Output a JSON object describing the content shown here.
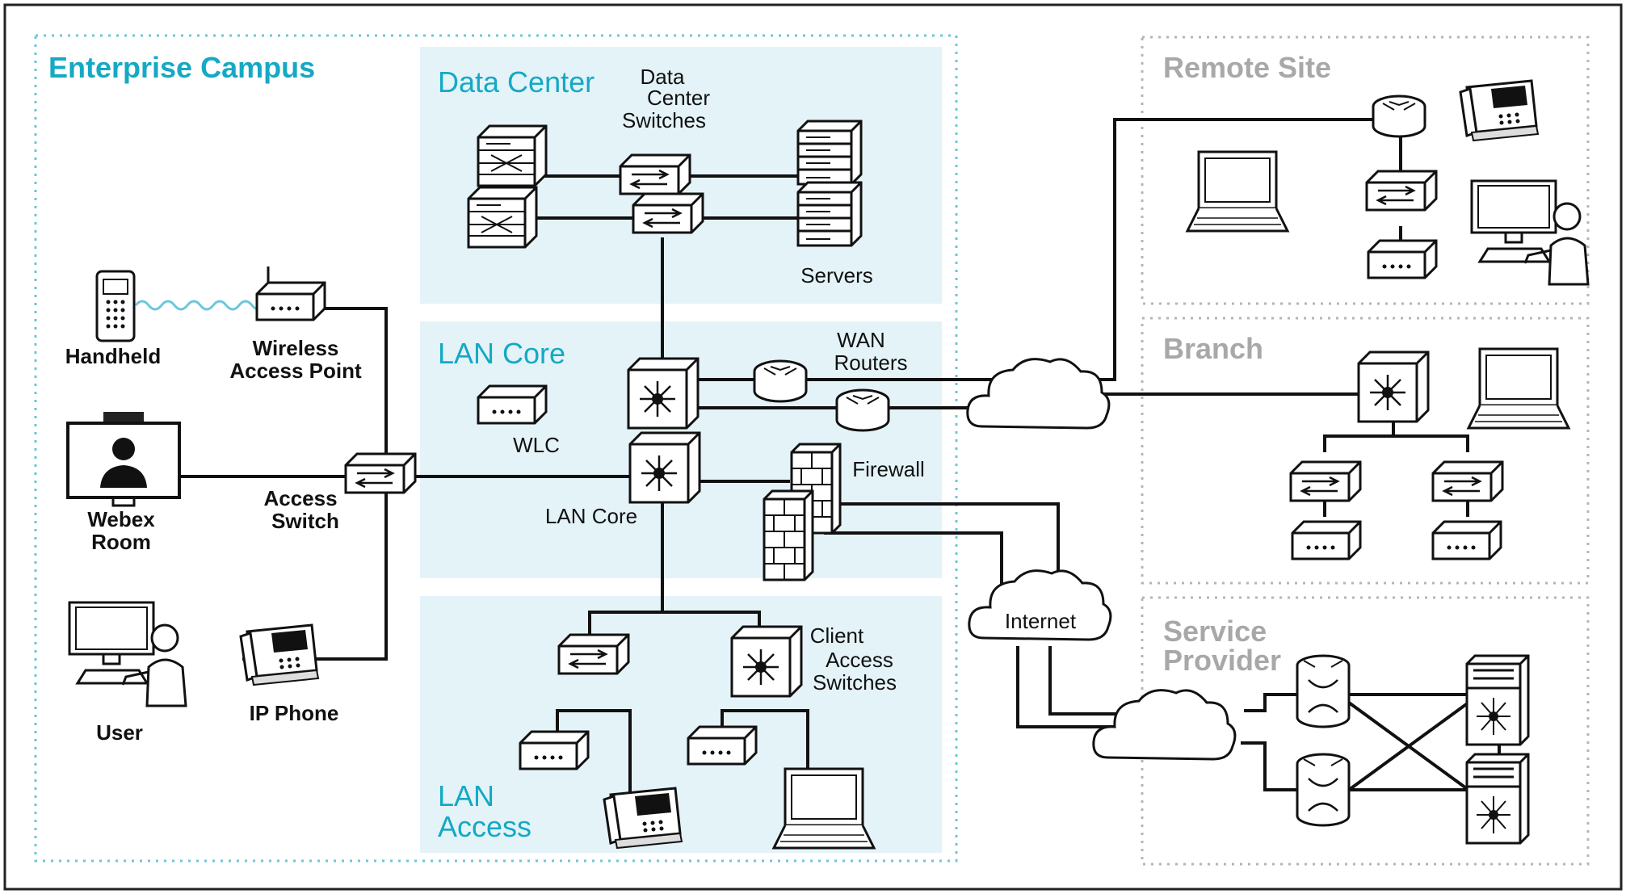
{
  "zones": {
    "enterprise_campus": "Enterprise Campus",
    "data_center": "Data Center",
    "lan_core": "LAN Core",
    "lan_access_line1": "LAN",
    "lan_access_line2": "Access",
    "remote_site": "Remote Site",
    "branch": "Branch",
    "service_provider_line1": "Service",
    "service_provider_line2": "Provider"
  },
  "labels": {
    "dc_switches_line1": "Data",
    "dc_switches_line2": "Center",
    "dc_switches_line3": "Switches",
    "servers": "Servers",
    "wan_routers_line1": "WAN",
    "wan_routers_line2": "Routers",
    "wlc": "WLC",
    "lan_core_device": "LAN Core",
    "firewall": "Firewall",
    "client_access_line1": "Client",
    "client_access_line2": "Access",
    "client_access_line3": "Switches",
    "internet": "Internet",
    "handheld": "Handheld",
    "wap_line1": "Wireless",
    "wap_line2": "Access Point",
    "webex_line1": "Webex",
    "webex_line2": "Room",
    "access_switch_line1": "Access",
    "access_switch_line2": "Switch",
    "user": "User",
    "ip_phone": "IP Phone"
  },
  "colors": {
    "teal_text": "#14a9c4",
    "zone_fill": "#e4f3f8",
    "zone_border": "#6cc6db",
    "grey_text": "#a8a8a8",
    "grey_border": "#b5b5b5"
  }
}
